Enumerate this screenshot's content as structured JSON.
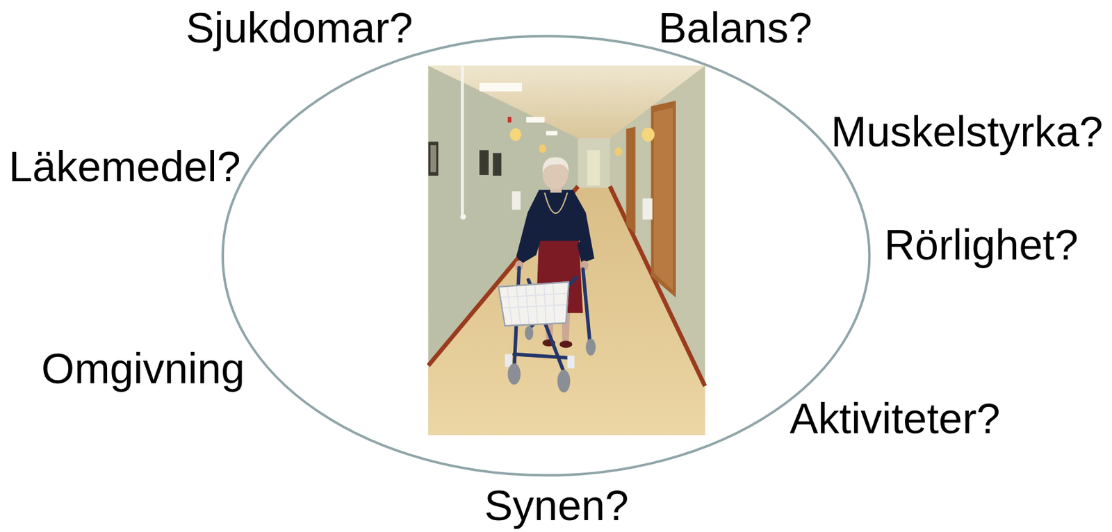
{
  "diagram": {
    "labels": [
      "Sjukdomar?",
      "Balans?",
      "Läkemedel?",
      "Muskelstyrka?",
      "Rörlighet?",
      "Omgivning",
      "Aktiviteter?",
      "Synen?"
    ]
  }
}
